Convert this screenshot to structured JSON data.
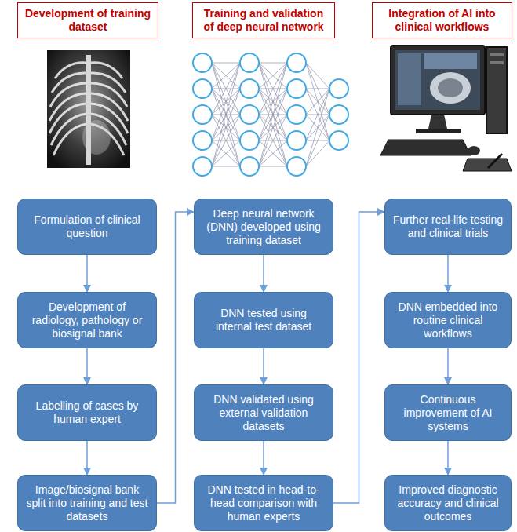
{
  "diagram": {
    "nodes": [
      {
        "text": [
          "Development of training dataset"
        ]
      },
      {
        "text": [
          "Formulation of clinical question"
        ]
      },
      {
        "text": [
          "Development of radiology, pathology or biosignal bank"
        ]
      },
      {
        "text": [
          "Labelling of cases by human expert"
        ]
      },
      {
        "text": [
          "Image/biosignal bank split into training and test datasets"
        ]
      },
      {
        "text": [
          "Training and validation of deep neural network"
        ]
      },
      {
        "text": [
          "Deep neural network (DNN) developed using training dataset"
        ]
      },
      {
        "text": [
          "DNN tested using internal test dataset"
        ]
      },
      {
        "text": [
          "DNN validated using external validation datasets"
        ]
      },
      {
        "text": [
          "DNN tested in head-to-head comparison with human experts"
        ]
      },
      {
        "text": [
          "Integration of AI into clinical workflows"
        ]
      },
      {
        "text": [
          "Further real-life testing and clinical trials"
        ]
      },
      {
        "text": [
          "DNN embedded into routine clinical workflows"
        ]
      },
      {
        "text": [
          "Continuous improvement of AI systems"
        ]
      },
      {
        "text": [
          "Improved diagnostic accuracy and clinical outcomes"
        ]
      }
    ],
    "edges": [
      {
        "from": 1,
        "to": 2,
        "arrow": "to"
      },
      {
        "from": 2,
        "to": 3,
        "arrow": "to"
      },
      {
        "from": 3,
        "to": 4,
        "arrow": "to"
      },
      {
        "from": 4,
        "to": 6,
        "arrow": "to"
      },
      {
        "from": 6,
        "to": 7,
        "arrow": "to"
      },
      {
        "from": 7,
        "to": 8,
        "arrow": "to"
      },
      {
        "from": 8,
        "to": 9,
        "arrow": "to"
      },
      {
        "from": 9,
        "to": 11,
        "arrow": "to"
      },
      {
        "from": 11,
        "to": 12,
        "arrow": "to"
      },
      {
        "from": 12,
        "to": 13,
        "arrow": "to"
      },
      {
        "from": 13,
        "to": 14,
        "arrow": "to"
      }
    ]
  }
}
